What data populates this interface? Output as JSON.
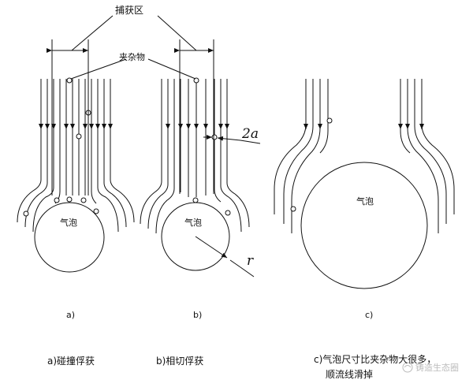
{
  "labels": {
    "capture_zone": "捕获区",
    "inclusion": "夹杂物",
    "bubble_a": "气泡",
    "bubble_b": "气泡",
    "bubble_c": "气泡",
    "two_a": "2a",
    "radius": "r",
    "tag_a": "a)",
    "tag_b": "b)",
    "tag_c": "c)"
  },
  "captions": {
    "a": "a)碰撞俘获",
    "b": "b)相切俘获",
    "c_line1": "c)气泡尺寸比夹杂物大很多，",
    "c_line2": "顺流线滑掉"
  },
  "watermark": "铸造生态圈"
}
